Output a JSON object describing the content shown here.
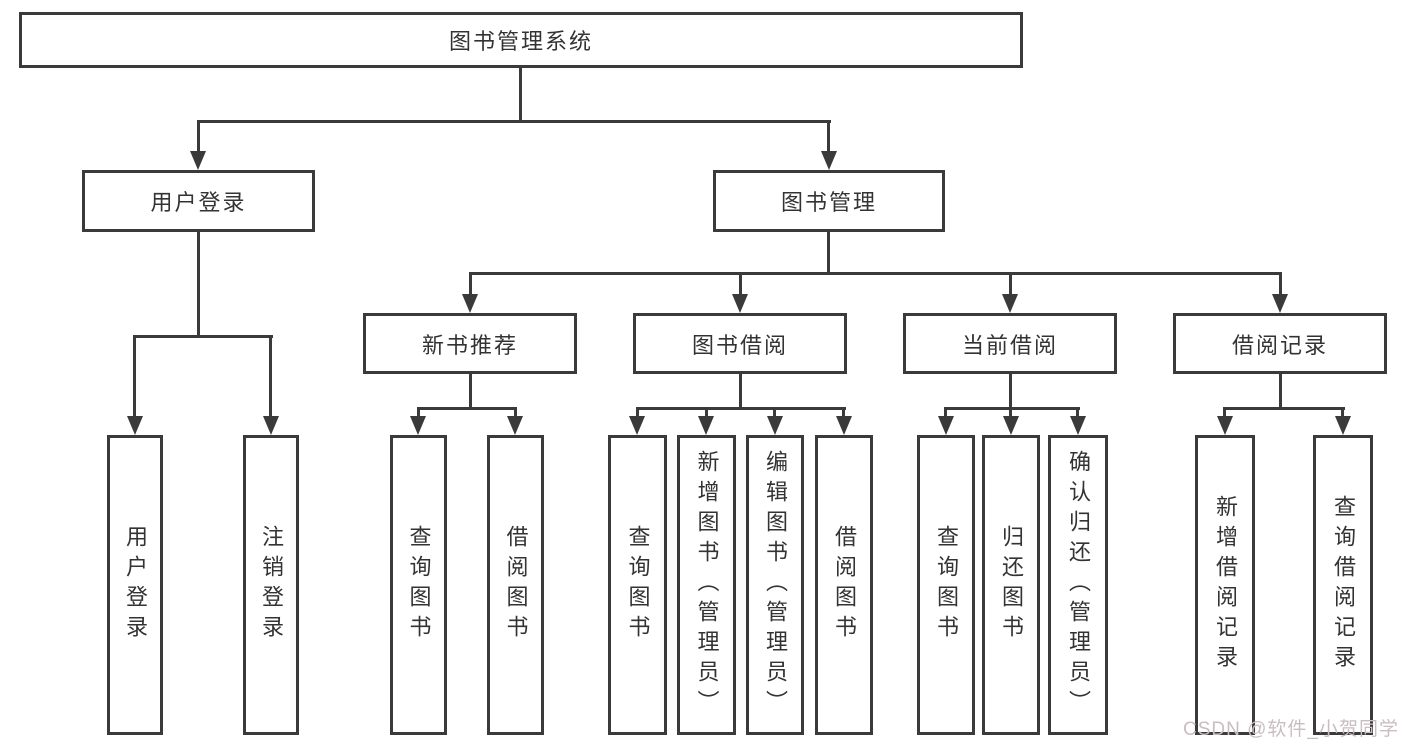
{
  "tree": {
    "root": {
      "label": "图书管理系统"
    },
    "children": [
      {
        "label": "用户登录",
        "children": [
          {
            "label": "用户登录"
          },
          {
            "label": "注销登录"
          }
        ]
      },
      {
        "label": "图书管理",
        "children": [
          {
            "label": "新书推荐",
            "children": [
              {
                "label": "查询图书"
              },
              {
                "label": "借阅图书"
              }
            ]
          },
          {
            "label": "图书借阅",
            "children": [
              {
                "label": "查询图书"
              },
              {
                "label": "新增图书（管理员）"
              },
              {
                "label": "编辑图书（管理员）"
              },
              {
                "label": "借阅图书"
              }
            ]
          },
          {
            "label": "当前借阅",
            "children": [
              {
                "label": "查询图书"
              },
              {
                "label": "归还图书"
              },
              {
                "label": "确认归还（管理员）"
              }
            ]
          },
          {
            "label": "借阅记录",
            "children": [
              {
                "label": "新增借阅记录"
              },
              {
                "label": "查询借阅记录"
              }
            ]
          }
        ]
      }
    ]
  },
  "watermark": {
    "text": "CSDN @软件_小贺同学"
  },
  "colors": {
    "line": "#3a3a3a",
    "text": "#333333",
    "background": "#ffffff",
    "watermark": "#c9bdc0"
  }
}
